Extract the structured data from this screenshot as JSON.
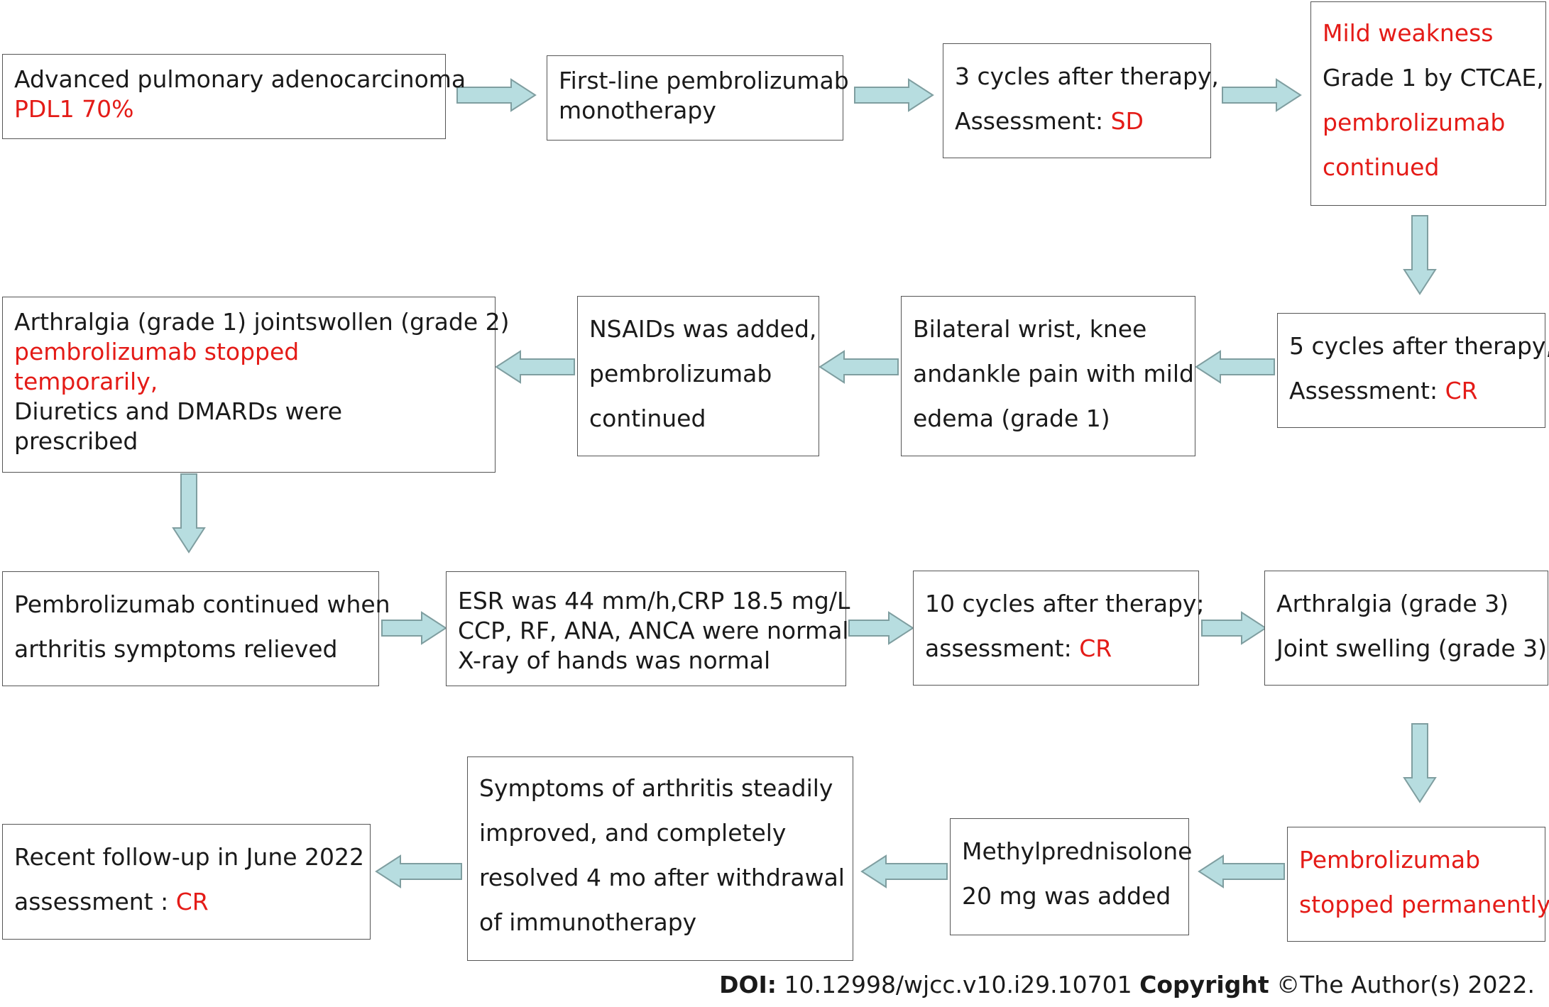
{
  "colors": {
    "highlight": "#e41b17",
    "arrow_fill": "#b7dde0",
    "arrow_stroke": "#7f9ea0",
    "border": "#555555"
  },
  "boxes": {
    "b1": {
      "l1": "Advanced pulmonary adenocarcinoma",
      "l2": "PDL1 70%"
    },
    "b2": {
      "l1": "First-line pembrolizumab",
      "l2": "monotherapy"
    },
    "b3": {
      "l1": "3 cycles after therapy,",
      "l2a": "Assessment: ",
      "l2b": "SD"
    },
    "b4": {
      "l1": "Mild weakness",
      "l2": "Grade 1 by CTCAE,",
      "l3": "pembrolizumab",
      "l4": "continued"
    },
    "b5": {
      "l1": "5 cycles after therapy,",
      "l2a": "Assessment: ",
      "l2b": "CR"
    },
    "b6": {
      "l1": "Bilateral wrist, knee",
      "l2": "andankle pain with mild",
      "l3": "edema (grade 1)"
    },
    "b7": {
      "l1": "NSAIDs was added,",
      "l2": "pembrolizumab",
      "l3": "continued"
    },
    "b8": {
      "l1": "Arthralgia (grade 1) jointswollen (grade 2)",
      "l2": "pembrolizumab stopped",
      "l3": "temporarily,",
      "l4": "Diuretics and DMARDs were",
      "l5": "prescribed"
    },
    "b9": {
      "l1": "Pembrolizumab continued when",
      "l2": "arthritis symptoms relieved"
    },
    "b10": {
      "l1": "ESR was 44 mm/h,CRP 18.5 mg/L",
      "l2": "CCP, RF, ANA, ANCA were normal",
      "l3": "X-ray of hands was normal"
    },
    "b11": {
      "l1": "10 cycles after therapy;",
      "l2a": "assessment: ",
      "l2b": "CR"
    },
    "b12": {
      "l1": "Arthralgia (grade 3)",
      "l2": "Joint swelling (grade 3)"
    },
    "b13": {
      "l1": "Pembrolizumab",
      "l2": "stopped permanently"
    },
    "b14": {
      "l1": "Methylprednisolone",
      "l2": "20 mg was added"
    },
    "b15": {
      "l1": "Symptoms of arthritis steadily",
      "l2": "improved,  and completely",
      "l3": "resolved 4 mo after withdrawal",
      "l4": "of immunotherapy"
    },
    "b16": {
      "l1": "Recent follow-up in June 2022",
      "l2a": "assessment : ",
      "l2b": "CR"
    }
  },
  "footer": {
    "doi_label": "DOI:",
    "doi_value": " 10.12998/wjcc.v10.i29.10701  ",
    "copyright_label": "Copyright",
    "copyright_value": " ©The Author(s) 2022."
  }
}
